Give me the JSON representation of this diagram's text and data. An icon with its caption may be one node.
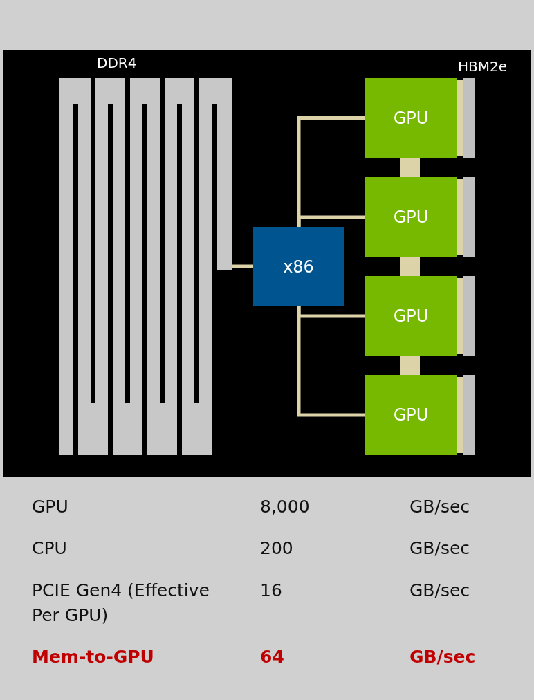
{
  "diagram": {
    "nodes": [
      {
        "text": [
          "DDR4"
        ]
      },
      {
        "text": [
          "x86"
        ]
      },
      {
        "text": [
          "GPU"
        ]
      },
      {
        "text": [
          "GPU"
        ]
      },
      {
        "text": [
          "GPU"
        ]
      },
      {
        "text": [
          "GPU"
        ]
      }
    ],
    "edges": [
      {
        "from": 0,
        "to": 1,
        "arrow": "none"
      },
      {
        "from": 1,
        "to": 2,
        "arrow": "none"
      },
      {
        "from": 1,
        "to": 3,
        "arrow": "none"
      },
      {
        "from": 1,
        "to": 4,
        "arrow": "none"
      },
      {
        "from": 1,
        "to": 5,
        "arrow": "none"
      },
      {
        "from": 2,
        "to": 3,
        "arrow": "none",
        "style": "thick"
      },
      {
        "from": 3,
        "to": 4,
        "arrow": "none",
        "style": "thick"
      },
      {
        "from": 4,
        "to": 5,
        "arrow": "none",
        "style": "thick"
      }
    ],
    "labels": [
      "HBM2e",
      "GPU",
      "8,000",
      "GB/sec",
      "CPU",
      "200",
      "GB/sec",
      "PCIE Gen4 (Effective Per GPU)",
      "16",
      "GB/sec",
      "Mem-to-GPU",
      "64",
      "GB/sec"
    ]
  }
}
